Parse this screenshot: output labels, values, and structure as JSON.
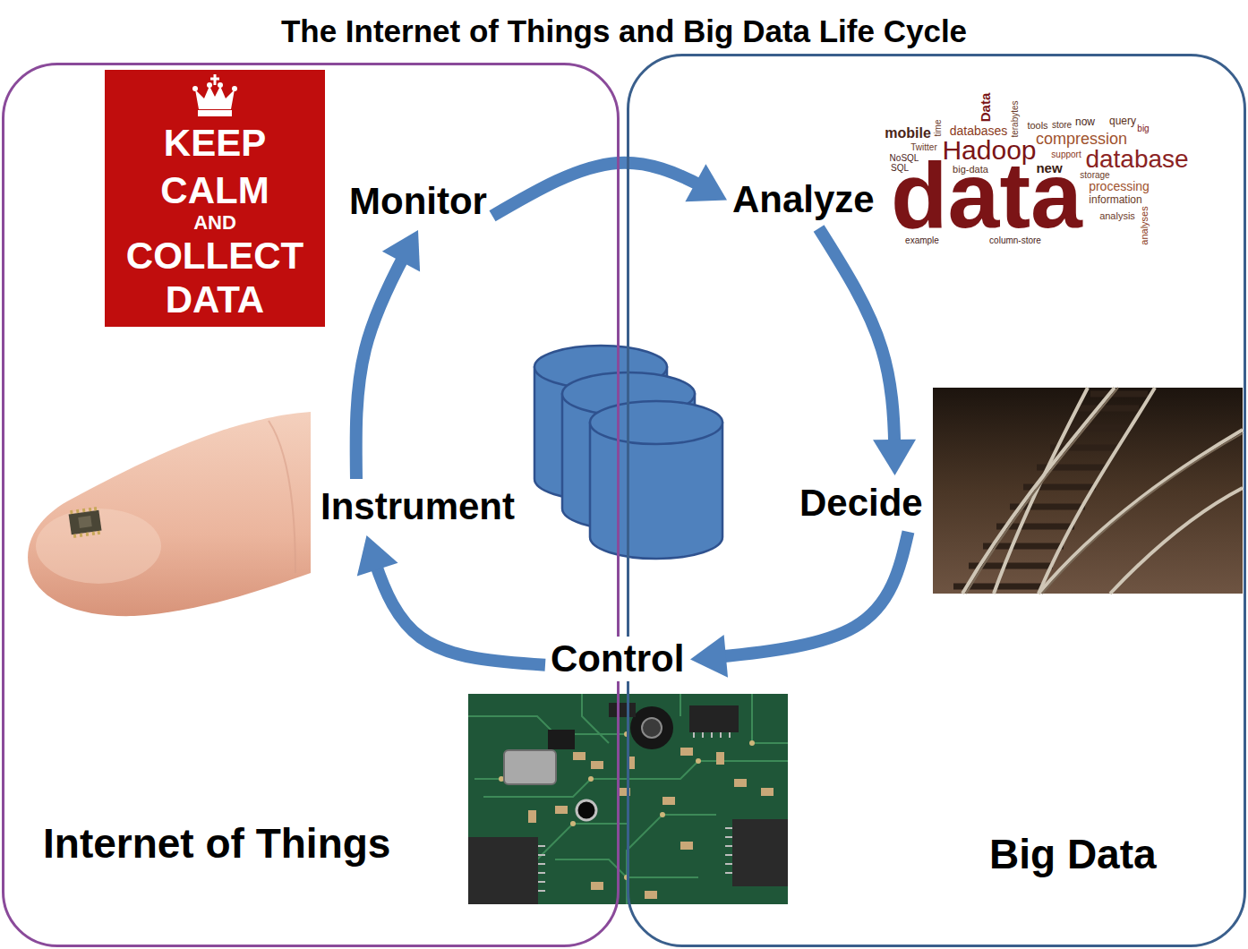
{
  "diagram": {
    "title": "The Internet of Things and Big Data Life Cycle",
    "nodes": [
      {
        "text": [
          "Internet of Things"
        ]
      },
      {
        "text": [
          "Big Data"
        ]
      },
      {
        "text": [
          "Monitor"
        ],
        "in": 0
      },
      {
        "text": [
          "Analyze"
        ],
        "in": 1
      },
      {
        "text": [
          "Decide"
        ],
        "in": 1
      },
      {
        "text": [
          "Control"
        ]
      },
      {
        "text": [
          "Instrument"
        ],
        "in": 0
      }
    ],
    "edges": [
      {
        "from": 2,
        "to": 3,
        "arrow": "to"
      },
      {
        "from": 3,
        "to": 4,
        "arrow": "to"
      },
      {
        "from": 4,
        "to": 5,
        "arrow": "to"
      },
      {
        "from": 5,
        "to": 6,
        "arrow": "to"
      },
      {
        "from": 6,
        "to": 2,
        "arrow": "to"
      }
    ],
    "labels": [
      "KEEP",
      "CALM",
      "AND",
      "COLLECT",
      "DATA",
      "mobile",
      "time",
      "databases",
      "Data",
      "terabytes",
      "tools",
      "store",
      "now",
      "query",
      "big",
      "compression",
      "Twitter",
      "Hadoop",
      "database",
      "NoSQL",
      "SQL",
      "big-data",
      "new",
      "support",
      "storage",
      "data",
      "processing",
      "information",
      "analysis",
      "analyses",
      "example",
      "column-store"
    ]
  }
}
